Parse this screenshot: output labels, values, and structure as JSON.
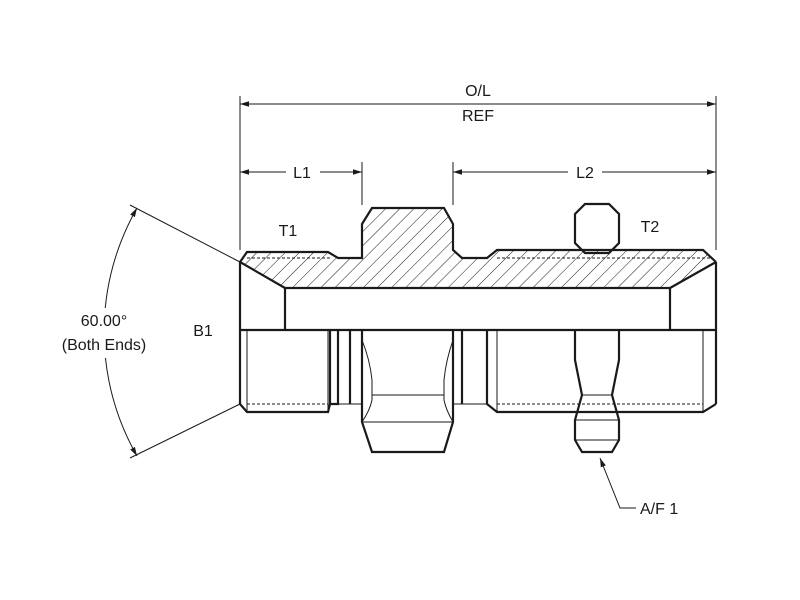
{
  "dimensions": {
    "overall_length": "O/L",
    "overall_ref": "REF",
    "l1": "L1",
    "l2": "L2",
    "angle_value": "60.00°",
    "angle_note": "(Both Ends)"
  },
  "callouts": {
    "thread_1": "T1",
    "thread_2": "T2",
    "bore_1": "B1",
    "across_flats_1": "A/F 1"
  }
}
